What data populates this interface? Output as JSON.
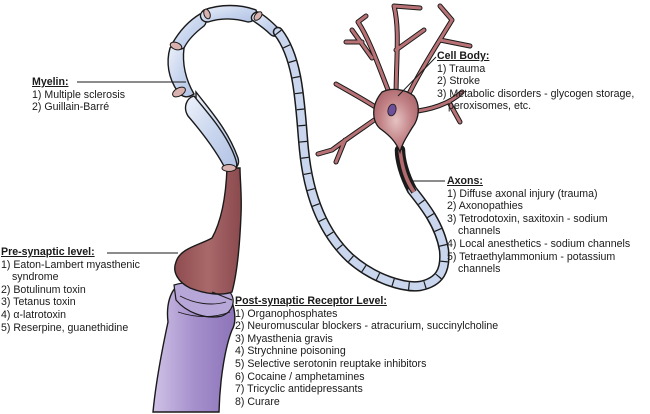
{
  "colors": {
    "myelin": "#c9d6ee",
    "myelin_light": "#e4ebf8",
    "axon": "#a05a5c",
    "neuron": "#b87276",
    "nucleus": "#6e4f9c",
    "muscle": "#a894c8",
    "outline": "#1a1a1a"
  },
  "labels": {
    "myelin": {
      "title": "Myelin:",
      "items": [
        "1) Multiple sclerosis",
        "2) Guillain-Barré"
      ]
    },
    "cell_body": {
      "title": "Cell Body:",
      "items": [
        "1) Trauma",
        "2) Stroke",
        "3) Metabolic disorders - glycogen storage,",
        "peroxisomes, etc."
      ]
    },
    "axons": {
      "title": "Axons:",
      "items": [
        "1) Diffuse axonal injury (trauma)",
        "2) Axonopathies",
        "3) Tetrodotoxin, saxitoxin - sodium",
        "channels",
        "4) Local anesthetics - sodium channels",
        "5) Tetraethylammonium - potassium",
        "channels"
      ]
    },
    "pre_synaptic": {
      "title": "Pre-synaptic level:",
      "items": [
        "1) Eaton-Lambert myasthenic",
        "syndrome",
        "2) Botulinum toxin",
        "3) Tetanus toxin",
        "4) α-latrotoxin",
        "5) Reserpine, guanethidine"
      ]
    },
    "post_synaptic": {
      "title": "Post-synaptic Receptor Level:",
      "items": [
        "1) Organophosphates",
        "2) Neuromuscular blockers - atracurium, succinylcholine",
        "3) Myasthenia gravis",
        "4) Strychnine poisoning",
        "5) Selective serotonin reuptake inhibitors",
        "6) Cocaine / amphetamines",
        "7) Tricyclic antidepressants",
        "8) Curare"
      ]
    }
  }
}
